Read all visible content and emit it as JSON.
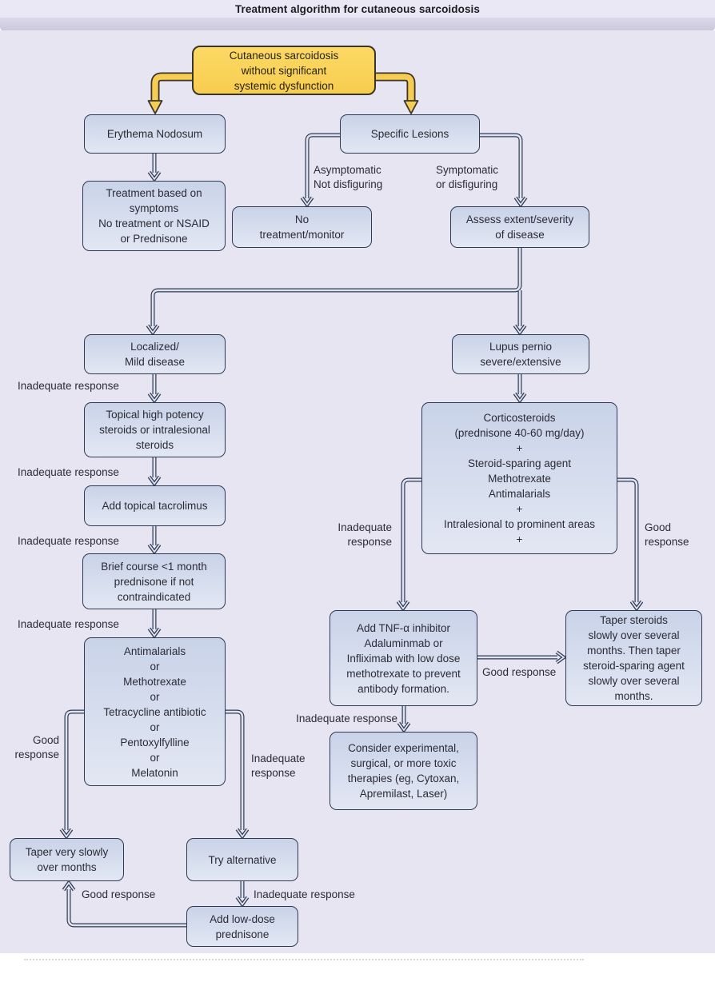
{
  "title": "Treatment algorithm for cutaneous sarcoidosis",
  "colors": {
    "diagram_bg": "#e7e5f1",
    "band_bg": "#cbc8de",
    "node_fill_top": "#c9d3e8",
    "node_fill_bottom": "#e2e7f3",
    "node_border": "#2e3a54",
    "root_fill": "#f7cd4f",
    "root_border": "#3a352a",
    "arrow_outline": "#2e3a54",
    "arrow_inner": "#dfe2ef",
    "yellow_arrow": "#f6cd52",
    "text": "#2b2b36"
  },
  "nodes": {
    "root": "Cutaneous sarcoidosis\nwithout significant\nsystemic dysfunction",
    "erythema_nodosum": "Erythema Nodosum",
    "specific_lesions": "Specific Lesions",
    "treatment_symptoms": "Treatment based on\nsymptoms\nNo treatment or NSAID\nor Prednisone",
    "no_treatment_monitor": "No\ntreatment/monitor",
    "assess": "Assess extent/severity\nof disease",
    "localized": "Localized/\nMild disease",
    "lupus_pernio": "Lupus pernio\nsevere/extensive",
    "topical_steroids": "Topical high potency\nsteroids or intralesional\nsteroids",
    "tacrolimus": "Add topical tacrolimus",
    "brief_prednisone": "Brief course <1 month\nprednisone if not\ncontraindicated",
    "antimalarials": "Antimalarials\nor\nMethotrexate\nor\nTetracycline antibiotic\nor\nPentoxylfylline\nor\nMelatonin",
    "taper_very_slowly": "Taper very slowly\nover months",
    "try_alternative": "Try alternative",
    "add_low_dose": "Add low-dose\nprednisone",
    "corticosteroids": "Corticosteroids\n(prednisone 40-60 mg/day)\n+\nSteroid-sparing agent\nMethotrexate\nAntimalarials\n+\nIntralesional to prominent areas\n+",
    "tnf_inhibitor": "Add TNF-α inhibitor\nAdaluminmab or\nInfliximab with low dose\nmethotrexate to prevent\nantibody formation.",
    "consider_experimental": "Consider experimental,\nsurgical, or more toxic\ntherapies (eg, Cytoxan,\nApremilast, Laser)",
    "taper_steroids": "Taper steroids\nslowly over several\nmonths. Then taper\nsteroid-sparing agent\nslowly over several\nmonths."
  },
  "labels": {
    "asymptomatic": "Asymptomatic\nNot disfiguring",
    "symptomatic": "Symptomatic\nor disfiguring",
    "inadequate_1": "Inadequate response",
    "inadequate_2": "Inadequate response",
    "inadequate_3": "Inadequate response",
    "inadequate_4": "Inadequate response",
    "good_left": "Good\nresponse",
    "inadequate_right": "Inadequate\nresponse",
    "good_bottom": "Good response",
    "inadequate_bottom": "Inadequate response",
    "cortico_inadequate": "Inadequate\nresponse",
    "cortico_good": "Good\nresponse",
    "tnf_good": "Good response",
    "tnf_inadequate": "Inadequate response"
  }
}
